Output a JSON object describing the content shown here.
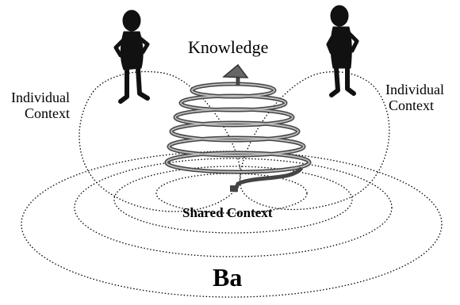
{
  "diagram": {
    "top_label": "Knowledge",
    "left_context": [
      "Individual",
      "Context"
    ],
    "right_context": [
      "Individual",
      "Context"
    ],
    "center_label": "Shared Context",
    "base_label": "Ba",
    "left_figure_icon": "standing-person-icon",
    "right_figure_icon": "standing-person-icon",
    "spiral_icon": "spiral-arrow-icon",
    "ink_color": "#000000",
    "spiral_color": "#777777"
  }
}
